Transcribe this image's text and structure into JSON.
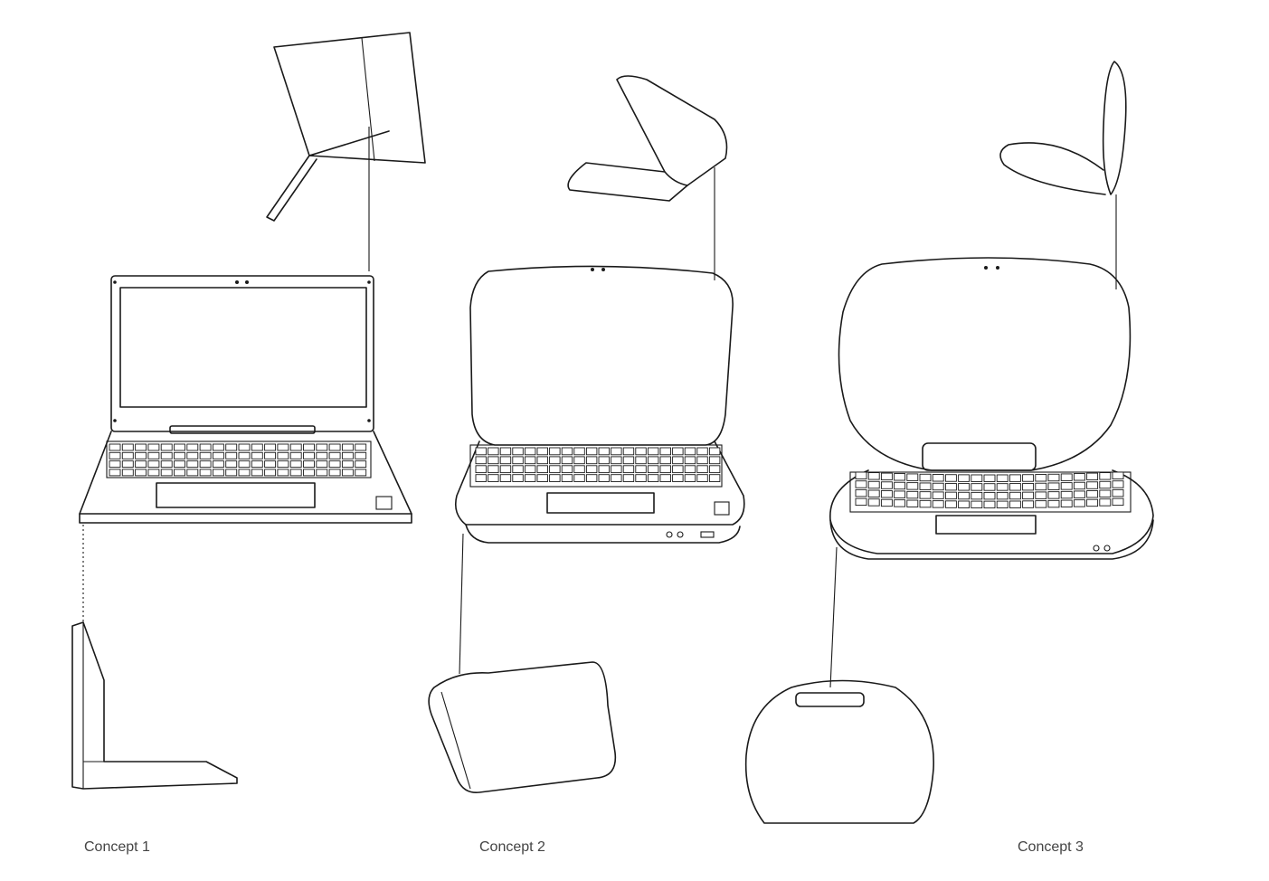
{
  "captions": {
    "concept1": "Concept 1",
    "concept2": "Concept 2",
    "concept3": "Concept 3"
  },
  "colors": {
    "ink": "#1a1a1a",
    "paper": "#ffffff",
    "caption": "#444444"
  }
}
